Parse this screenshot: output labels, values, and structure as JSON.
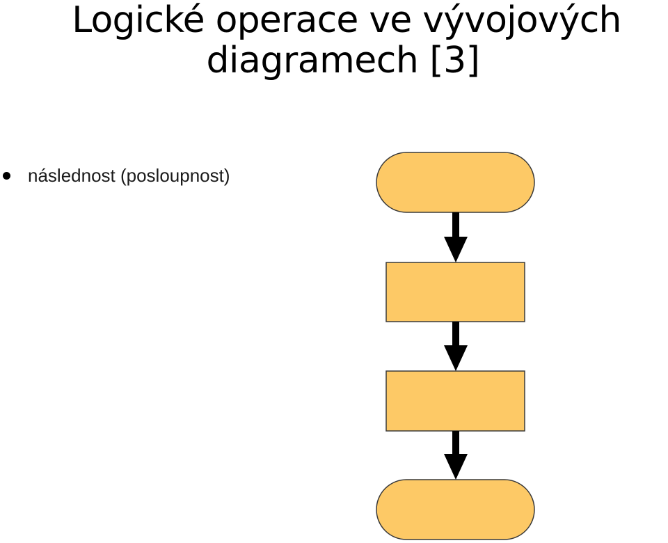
{
  "slide": {
    "title_line_1": "Logické operace ve vývojových",
    "title_line_2": "diagramech [3]"
  },
  "bullets": [
    {
      "text": "následnost (posloupnost)"
    }
  ],
  "diagram": {
    "node_fill": "#FDC966",
    "node_stroke": "#3a3a3a",
    "arrow_color": "#000000",
    "bullet_color": "#000000",
    "nodes": [
      {
        "id": "start",
        "shape": "terminator",
        "label": ""
      },
      {
        "id": "step1",
        "shape": "process",
        "label": ""
      },
      {
        "id": "step2",
        "shape": "process",
        "label": ""
      },
      {
        "id": "end",
        "shape": "terminator",
        "label": ""
      }
    ],
    "edges": [
      {
        "from": "start",
        "to": "step1"
      },
      {
        "from": "step1",
        "to": "step2"
      },
      {
        "from": "step2",
        "to": "end"
      }
    ]
  }
}
